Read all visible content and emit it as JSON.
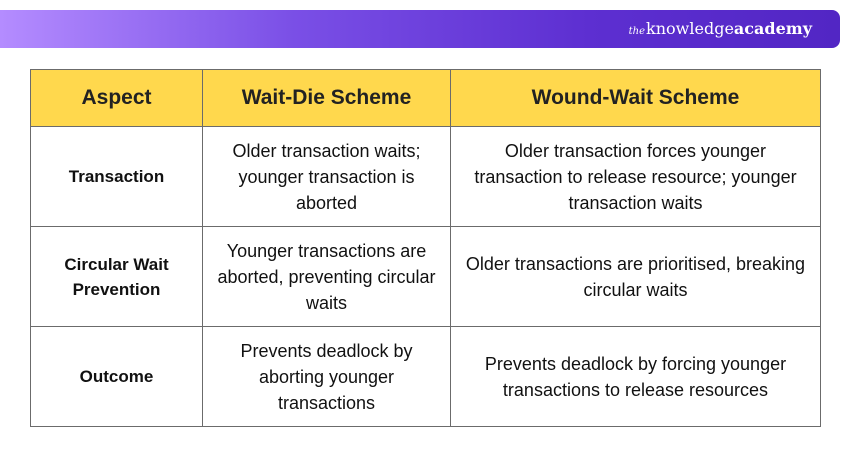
{
  "brand": {
    "prefix": "the",
    "name_part1": "knowledge",
    "name_part2": "academy",
    "accent": "#5d2fd1"
  },
  "table": {
    "header_color": "#ffd84d",
    "headers": [
      "Aspect",
      "Wait-Die Scheme",
      "Wound-Wait Scheme"
    ],
    "rows": [
      {
        "aspect": "Transaction",
        "wait_die": "Older transaction waits; younger transaction is aborted",
        "wound_wait": "Older transaction forces younger transaction to release resource; younger transaction waits"
      },
      {
        "aspect": "Circular Wait Prevention",
        "wait_die": "Younger transactions are aborted, preventing circular waits",
        "wound_wait": "Older transactions are prioritised, breaking circular waits"
      },
      {
        "aspect": "Outcome",
        "wait_die": "Prevents deadlock by aborting younger transactions",
        "wound_wait": "Prevents deadlock by forcing younger transactions to release resources"
      }
    ]
  }
}
